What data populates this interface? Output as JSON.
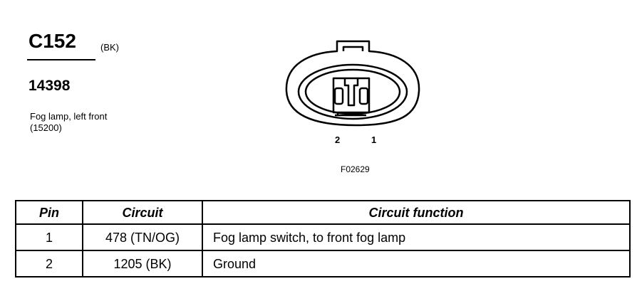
{
  "connector": {
    "id": "C152",
    "color": "(BK)",
    "part_number": "14398",
    "description_line1": "Fog lamp, left front",
    "description_line2": "(15200)"
  },
  "diagram": {
    "pin_labels": [
      "2",
      "1"
    ],
    "figure_code": "F02629"
  },
  "table": {
    "headers": [
      "Pin",
      "Circuit",
      "Circuit function"
    ],
    "rows": [
      {
        "pin": "1",
        "circuit": "478 (TN/OG)",
        "function": "Fog lamp switch, to front fog lamp"
      },
      {
        "pin": "2",
        "circuit": "1205 (BK)",
        "function": "Ground"
      }
    ]
  }
}
